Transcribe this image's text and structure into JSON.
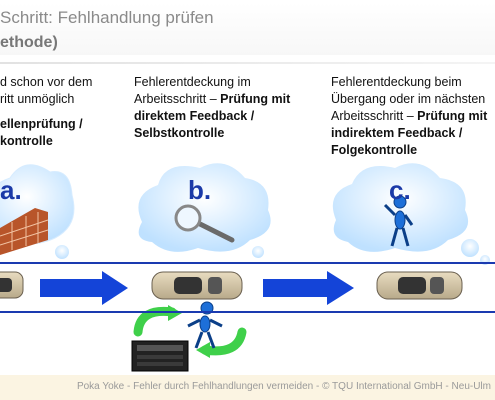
{
  "header": {
    "title_line1": "Schritt: Fehlhandlung prüfen",
    "title_line2": "ethode)"
  },
  "columns": {
    "a": {
      "letter": "a.",
      "line1": "d schon vor dem",
      "line2": "ritt unmöglich",
      "line3": "ellenprüfung /",
      "line4": "kontrolle"
    },
    "b": {
      "letter": "b.",
      "line1": "Fehlerentdeckung im",
      "line2_normal": "Arbeitsschritt – ",
      "line2_bold": "Prüfung mit",
      "line3": "direktem Feedback /",
      "line4": "Selbstkontrolle"
    },
    "c": {
      "letter": "c.",
      "line1": "Fehlerentdeckung beim",
      "line2": "Übergang oder im nächsten",
      "line3_normal": "Arbeitsschritt – ",
      "line3_bold": "Prüfung mit",
      "line4": "indirektem Feedback /",
      "line5": "Folgekontrolle"
    }
  },
  "footer": {
    "text": "Poka Yoke  - Fehler durch Fehlhandlungen  vermeiden - © TQU International  GmbH - Neu-Ulm"
  },
  "colors": {
    "accent_blue": "#1b3aa8",
    "cloud_blue": "#c9e6ff",
    "brick": "#b8552a",
    "recycle_green": "#3fd04a",
    "footer_band": "#fbf4e2"
  },
  "icons": [
    "brick-wall-icon",
    "magnifier-icon",
    "stick-figure-icon",
    "car-icon",
    "arrow-right-icon",
    "recycle-arrows-icon",
    "toolbox-icon"
  ]
}
